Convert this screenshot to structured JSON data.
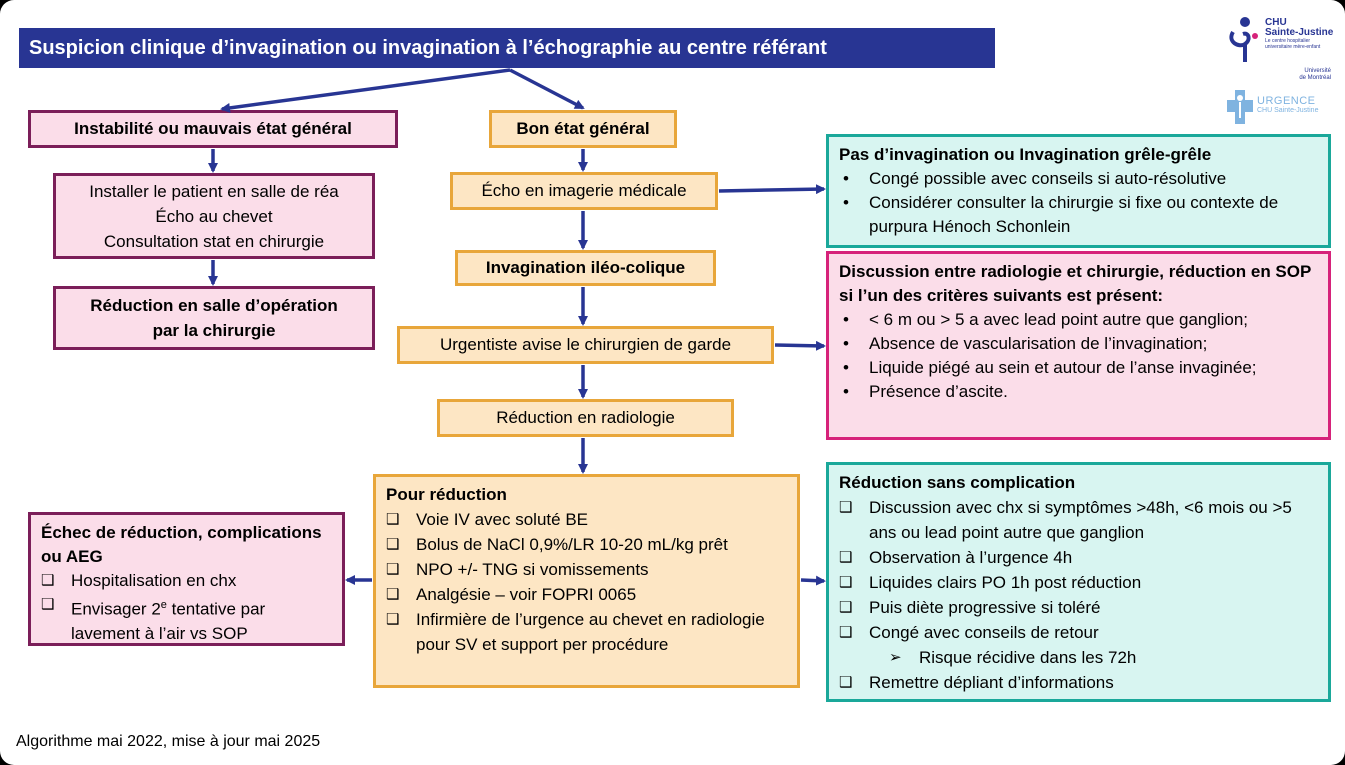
{
  "title": "Suspicion clinique d’invagination ou invagination à l’échographie au centre référant",
  "left_column": {
    "instabilite": "Instabilité ou mauvais état général",
    "installer_lines": [
      "Installer le patient en salle de réa",
      "Écho au chevet",
      "Consultation stat en chirurgie"
    ],
    "reduction_salle": "Réduction en salle d’opération par la chirurgie"
  },
  "center_column": {
    "bon_etat": "Bon état général",
    "echo_imagerie": "Écho en imagerie médicale",
    "invagination_ileo": "Invagination iléo-colique",
    "urgentiste": "Urgentiste avise le chirurgien de garde",
    "reduction_radiologie": "Réduction en radiologie"
  },
  "pas_invagination": {
    "title": "Pas d’invagination ou Invagination grêle-grêle",
    "items": [
      "Congé possible avec conseils si auto-résolutive",
      "Considérer consulter la chirurgie si fixe ou contexte de purpura Hénoch Schonlein"
    ]
  },
  "discussion": {
    "title": "Discussion entre radiologie et chirurgie, réduction en SOP si l’un des critères suivants est présent:",
    "items": [
      "< 6 m ou > 5 a avec lead point autre que ganglion;",
      "Absence de vascularisation de l’invagination;",
      "Liquide piégé au sein et autour de l’anse invaginée;",
      "Présence d’ascite."
    ]
  },
  "pour_reduction": {
    "title": "Pour réduction",
    "items": [
      "Voie IV avec soluté BE",
      "Bolus de NaCl 0,9%/LR 10-20 mL/kg prêt",
      "NPO +/- TNG si vomissements",
      "Analgésie – voir FOPRI 0065",
      "Infirmière de l’urgence au chevet en radiologie pour SV et support per procédure"
    ]
  },
  "echec": {
    "title": "Échec de réduction, complications ou AEG",
    "item1": "Hospitalisation en chx",
    "item2_pre": "Envisager 2",
    "item2_sup": "e",
    "item2_post": " tentative par lavement à l’air vs SOP"
  },
  "sans_complication": {
    "title": "Réduction sans complication",
    "items": [
      "Discussion avec chx si symptômes >48h,  <6 mois ou >5 ans ou lead point autre que ganglion",
      "Observation à l’urgence 4h",
      "Liquides clairs PO 1h post réduction",
      "Puis diète progressive si toléré",
      "Congé avec conseils de retour"
    ],
    "sub_item": "Risque récidive dans les 72h",
    "last_item": "Remettre dépliant d’informations"
  },
  "footer": "Algorithme mai 2022, mise à jour mai 2025",
  "logos": {
    "chu_name": "CHU",
    "chu_sub": "Sainte-Justine",
    "chu_tag1": "Le centre hospitalier",
    "chu_tag2": "universitaire mère-enfant",
    "udem1": "Université",
    "udem2": "de Montréal",
    "urgence": "URGENCE",
    "urgence_sub": "CHU Sainte-Justine"
  },
  "colors": {
    "title_bg": "#283593",
    "arrow": "#283593",
    "pink_border": "#7b1e59",
    "orange_border": "#e8a63a",
    "teal_border": "#1aa89a",
    "magenta_border": "#d6227a"
  }
}
